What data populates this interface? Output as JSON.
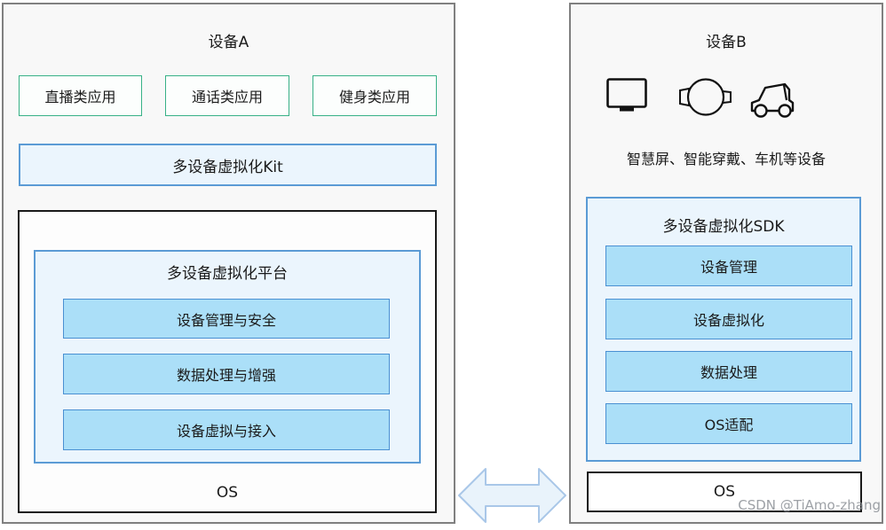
{
  "device_a": {
    "title": "设备A",
    "apps": [
      "直播类应用",
      "通话类应用",
      "健身类应用"
    ],
    "kit_label": "多设备虚拟化Kit",
    "platform": {
      "title": "多设备虚拟化平台",
      "modules": [
        "设备管理与安全",
        "数据处理与增强",
        "设备虚拟与接入"
      ]
    },
    "os_label": "OS"
  },
  "device_b": {
    "title": "设备B",
    "icon_names": [
      "smart-screen-icon",
      "watch-icon",
      "car-icon"
    ],
    "device_types_text": "智慧屏、智能穿戴、车机等设备",
    "sdk": {
      "title": "多设备虚拟化SDK",
      "modules": [
        "设备管理",
        "设备虚拟化",
        "数据处理",
        "OS适配"
      ]
    },
    "os_label": "OS"
  },
  "connector": {
    "type": "bidirectional-arrow"
  },
  "watermark": "CSDN @TiAmo-zhang",
  "colors": {
    "panel_border": "#808080",
    "panel_fill": "#f8f8f8",
    "green_border": "#38b187",
    "blue_border": "#5b9bd5",
    "module_border": "#4a90d2",
    "module_fill": "#abdff8",
    "container_fill": "#ebf5fd",
    "black_border": "#1a1a1a",
    "arrow_fill": "#e9f3fb",
    "arrow_border": "#a9c7e8"
  }
}
